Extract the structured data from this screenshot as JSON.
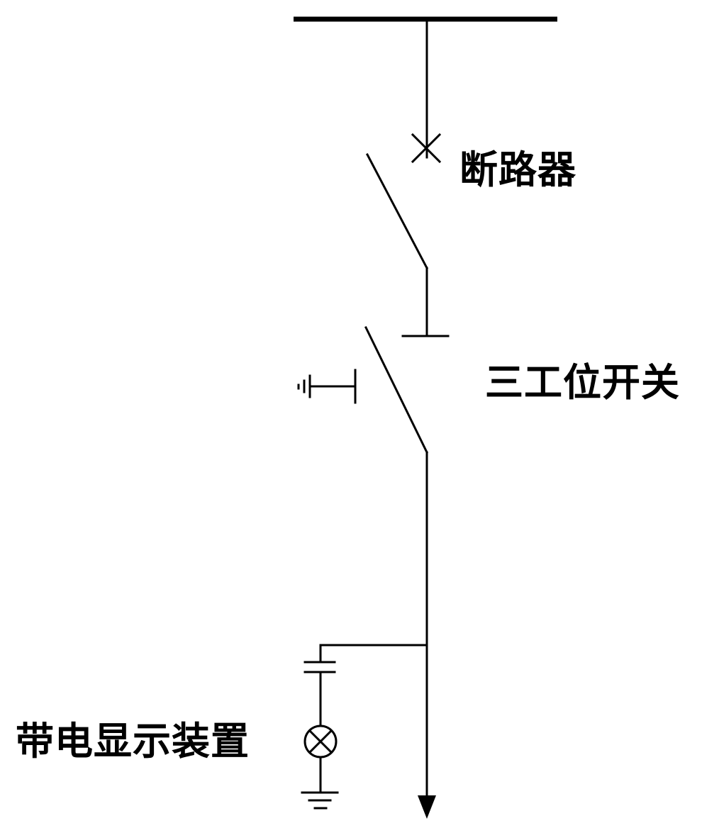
{
  "labels": {
    "circuit_breaker": "断路器",
    "three_position_switch": "三工位开关",
    "live_display_device": "带电显示装置"
  },
  "colors": {
    "line": "#000000",
    "background": "#ffffff"
  }
}
